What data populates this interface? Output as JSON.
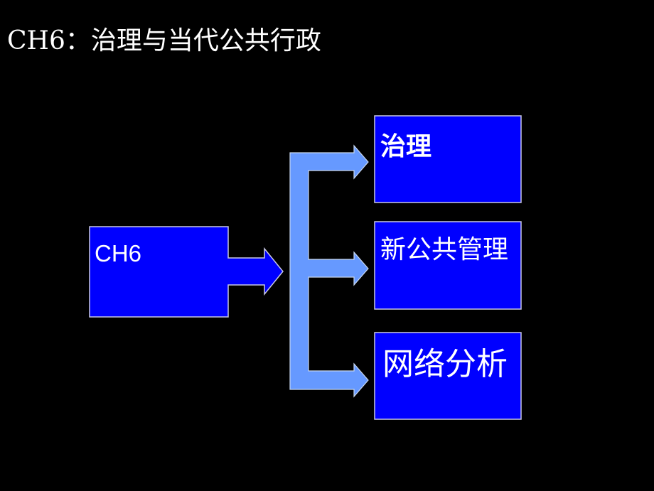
{
  "slide": {
    "title": "CH6：治理与当代公共行政",
    "background_color": "#000000"
  },
  "diagram": {
    "source": {
      "label": "CH6"
    },
    "targets": [
      {
        "label": "治理"
      },
      {
        "label": "新公共管理"
      },
      {
        "label": "网络分析"
      }
    ],
    "colors": {
      "box_fill": "#0000FF",
      "box_border": "#C8C8E6",
      "bracket_fill": "#6699FF",
      "text": "#FFFFFF"
    }
  }
}
